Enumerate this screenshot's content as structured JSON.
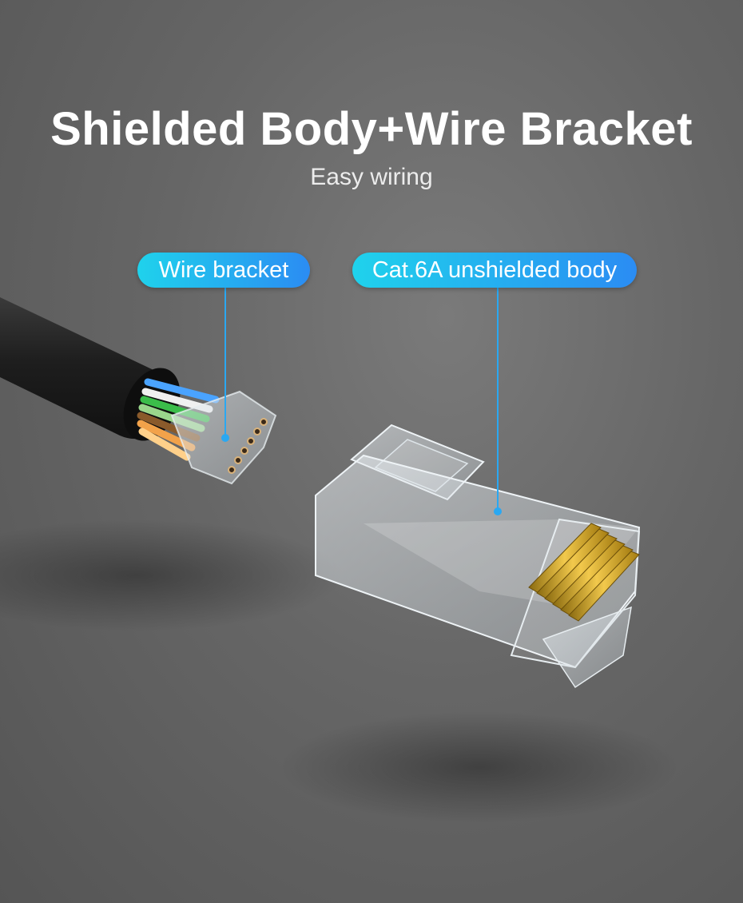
{
  "header": {
    "title": "Shielded Body+Wire Bracket",
    "subtitle": "Easy wiring"
  },
  "callouts": {
    "wire_bracket": "Wire bracket",
    "body": "Cat.6A unshielded body"
  },
  "colors": {
    "accent_start": "#1fd2ec",
    "accent_end": "#2b8cf3",
    "background": "#666666",
    "contacts": "#d4a520"
  }
}
